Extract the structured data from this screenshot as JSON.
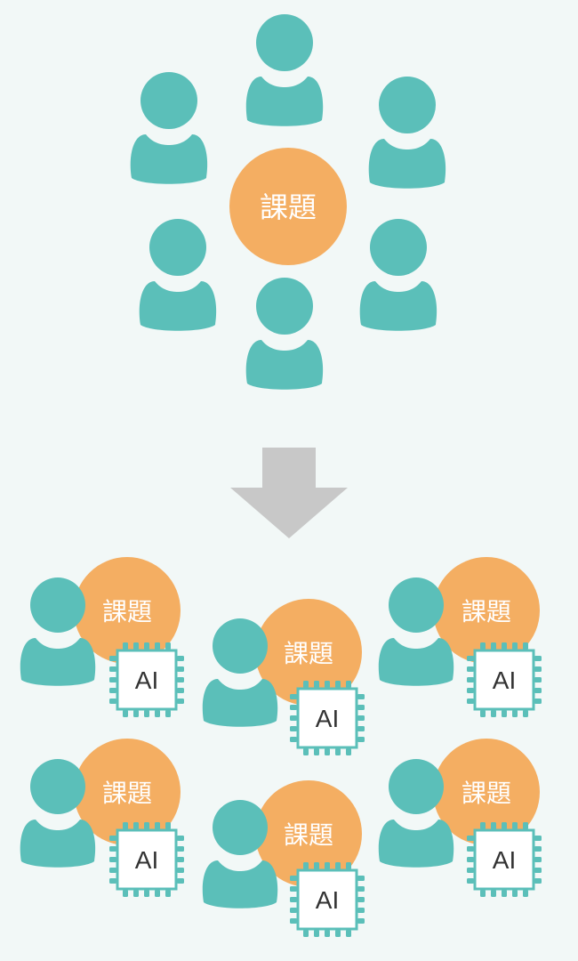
{
  "colors": {
    "background": "#f2f8f7",
    "person": "#5bbfb9",
    "issue_circle": "#f4ae62",
    "chip_border": "#5bbfb9",
    "chip_face": "#ffffff",
    "arrow": "#c8c8c8"
  },
  "top_group": {
    "center_label": "課題",
    "people_count": 6
  },
  "arrow": {
    "direction": "down"
  },
  "bottom_group": {
    "units": [
      {
        "issue_label": "課題",
        "ai_label": "AI"
      },
      {
        "issue_label": "課題",
        "ai_label": "AI"
      },
      {
        "issue_label": "課題",
        "ai_label": "AI"
      },
      {
        "issue_label": "課題",
        "ai_label": "AI"
      },
      {
        "issue_label": "課題",
        "ai_label": "AI"
      },
      {
        "issue_label": "課題",
        "ai_label": "AI"
      }
    ]
  }
}
